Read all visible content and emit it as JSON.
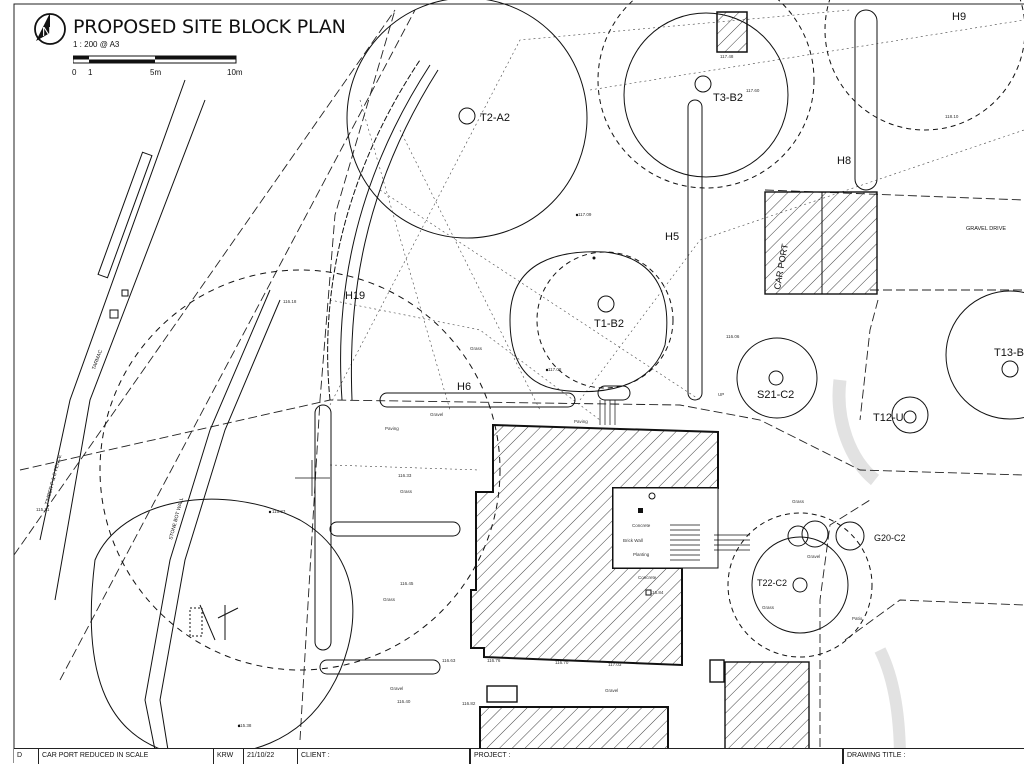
{
  "title": "PROPOSED SITE BLOCK PLAN",
  "scale": "1 : 200 @ A3",
  "north_symbol": "N",
  "scale_bar": [
    "0",
    "1",
    "5m",
    "10m"
  ],
  "trees": [
    "T2-A2",
    "T3-B2",
    "T1-B2",
    "S21-C2",
    "T13-B",
    "T12-U",
    "G20-C2",
    "T22-C2"
  ],
  "hedges": [
    "H9",
    "H8",
    "H5",
    "H19",
    "H6"
  ],
  "areas": {
    "car_port": "CAR PORT",
    "gravel_drive": "GRAVEL DRIVE",
    "tarmac": "TARMAC",
    "grass": "Grass",
    "paving": "Paving",
    "gravel": "Gravel",
    "concrete": "Concrete",
    "brick_wall": "Brick Wall",
    "planting": "Planting",
    "up": "UP",
    "patio": "Patio",
    "timber_fence": "TIMBER P & C FENCE",
    "stone_wall": "STONE BOT WALL"
  },
  "levels": [
    "117.09",
    "117.08",
    "117.03",
    "116.84",
    "116.82",
    "116.76",
    "116.70",
    "116.63",
    "116.45",
    "116.40",
    "116.33",
    "116.18",
    "116.06",
    "115.83",
    "115.38",
    "115.21",
    "117.48",
    "117.60",
    "118.10"
  ],
  "title_bar": {
    "rev": "D",
    "rev_desc": "CAR PORT REDUCED IN SCALE",
    "rev_by": "KRW",
    "rev_date": "21/10/22",
    "client": "CLIENT :",
    "project": "PROJECT :",
    "drawing_title": "DRAWING TITLE :"
  }
}
